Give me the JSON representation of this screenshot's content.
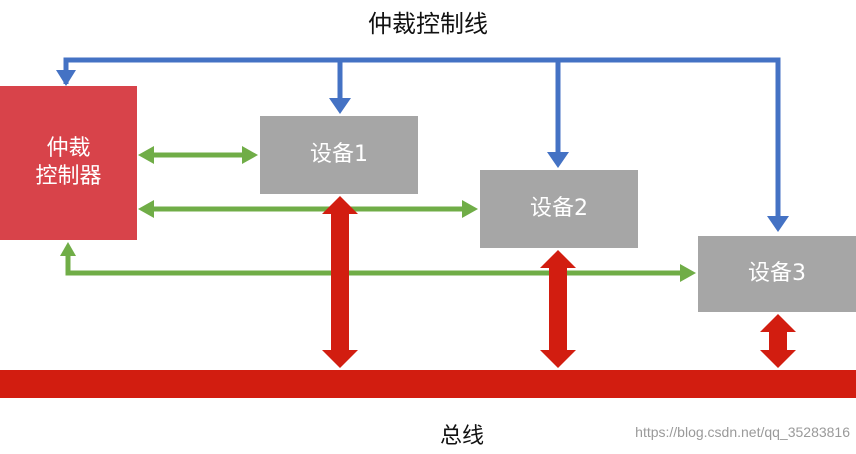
{
  "title": "仲裁控制线",
  "arbiter": {
    "line1": "仲裁",
    "line2": "控制器"
  },
  "devices": [
    {
      "label": "设备1"
    },
    {
      "label": "设备2"
    },
    {
      "label": "设备3"
    }
  ],
  "bus_label": "总线",
  "watermark": "https://blog.csdn.net/qq_35283816",
  "colors": {
    "control_line": "#4472c4",
    "data_arrow": "#70ad47",
    "bus": "#d21d10",
    "arbiter_fill": "#d8434a",
    "device_fill": "#a6a6a6"
  }
}
